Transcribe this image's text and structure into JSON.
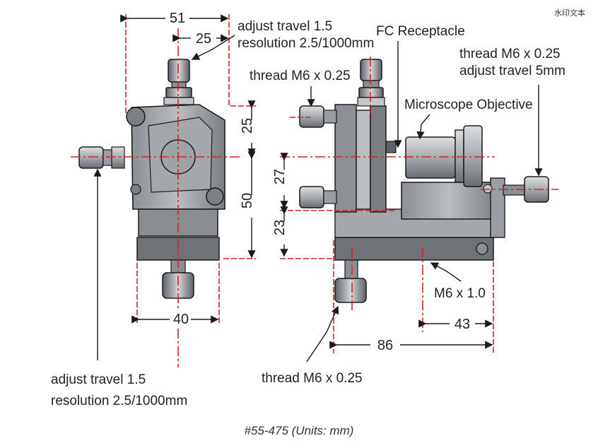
{
  "watermark": "水印文本",
  "caption": "#55-475 (Units: mm)",
  "dimensions": {
    "width_51": "51",
    "width_25": "25",
    "height_25": "25",
    "height_50": "50",
    "width_40": "40",
    "height_27": "27",
    "height_23": "23",
    "width_43": "43",
    "width_86": "86"
  },
  "labels": {
    "top_adjust_line1": "adjust travel 1.5",
    "top_adjust_line2": "resolution 2.5/1000mm",
    "fc_receptacle": "FC Receptacle",
    "thread_left": "thread M6 x 0.25",
    "thread_right_line1": "thread M6 x 0.25",
    "thread_right_line2": "adjust travel 5mm",
    "microscope_objective": "Microscope Objective",
    "m6_base": "M6 x 1.0",
    "bottom_adjust_line1": "adjust travel 1.5",
    "bottom_adjust_line2": "resolution 2.5/1000mm",
    "thread_bottom": "thread M6 x 0.25"
  },
  "colors": {
    "centerline": "#d3222a",
    "body_dark": "#6f7378",
    "body_mid": "#9a9ea3",
    "body_light": "#c4c7ca",
    "outline": "#1a1a1a"
  }
}
